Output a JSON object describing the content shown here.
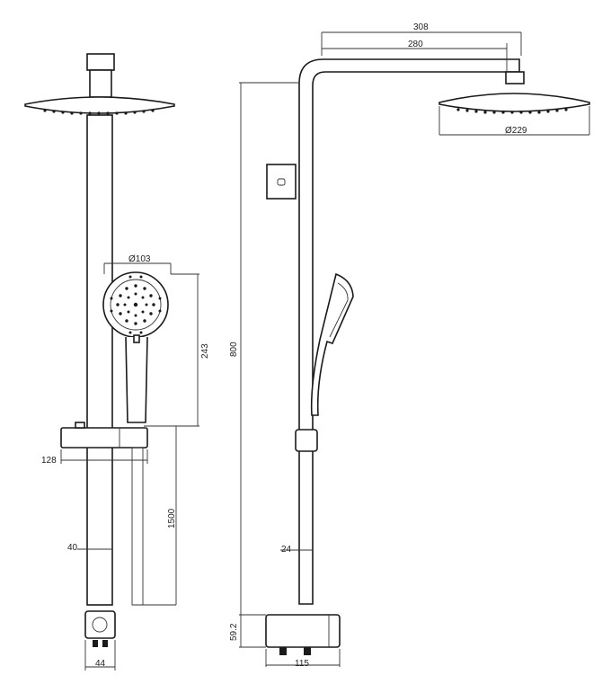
{
  "dimensions": {
    "arm_length_outer": "308",
    "arm_length_inner": "280",
    "overhead_diameter": "Ø229",
    "handshower_diameter": "Ø103",
    "handshower_height": "243",
    "total_height": "800",
    "bracket_width": "128",
    "slide_rail_length": "1500",
    "pipe_diameter_front": "40",
    "pipe_diameter_side": "24",
    "base_height": "59.2",
    "base_width_side": "115",
    "base_width_front": "44"
  },
  "colors": {
    "line": "#1a1a1a",
    "background": "#ffffff"
  }
}
